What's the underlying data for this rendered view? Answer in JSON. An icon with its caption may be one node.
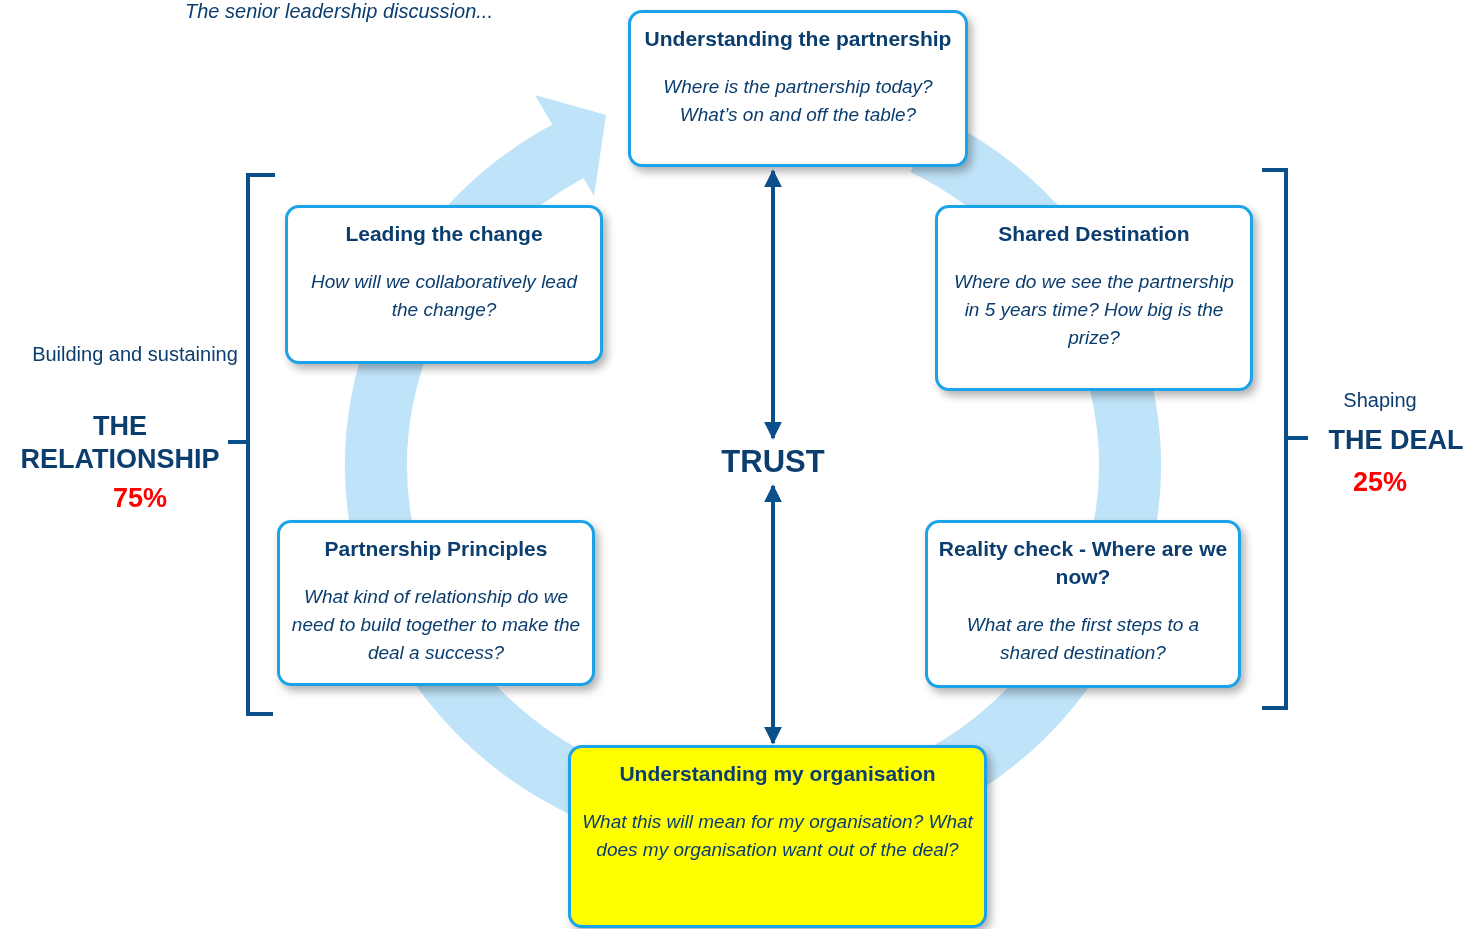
{
  "diagram": {
    "title": "The senior leadership discussion...",
    "nodes": [
      {
        "text": [
          "Understanding the partnership",
          "Where is the partnership today? What’s on and off the table?"
        ]
      },
      {
        "text": [
          "Shared Destination",
          "Where do we see the partnership in 5 years time? How big is the prize?"
        ]
      },
      {
        "text": [
          "Reality check - Where are we now?",
          "What are the first steps to a shared destination?"
        ]
      },
      {
        "text": [
          "Understanding my organisation",
          "What this will mean for my organisation? What does my organisation want out of the deal?"
        ]
      },
      {
        "text": [
          "Partnership Principles",
          "What kind of relationship do we need to build together to make the deal a success?"
        ]
      },
      {
        "text": [
          "Leading the change",
          "How will we collaboratively lead the change?"
        ]
      },
      {
        "text": [
          "TRUST"
        ]
      }
    ],
    "edges": [
      {
        "from": 6,
        "to": 0,
        "arrow": "both"
      },
      {
        "from": 6,
        "to": 3,
        "arrow": "both"
      }
    ],
    "labels": [
      "Building and sustaining",
      "THE RELATIONSHIP",
      "75%",
      "Shaping",
      "THE DEAL",
      "25%"
    ]
  }
}
